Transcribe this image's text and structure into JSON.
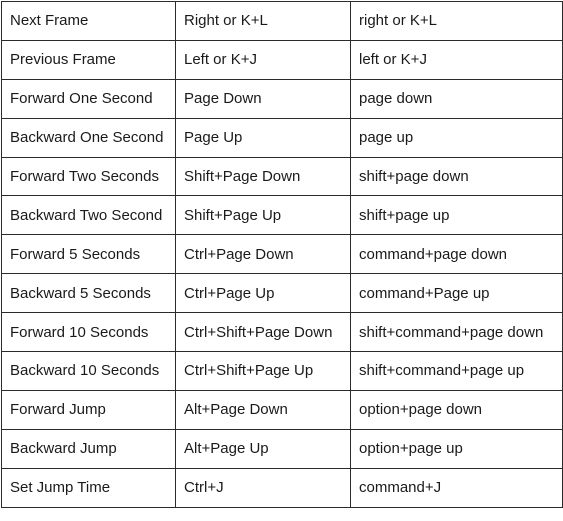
{
  "rows": [
    {
      "action": "Next Frame",
      "windows": "Right or K+L",
      "mac": "right or K+L"
    },
    {
      "action": "Previous Frame",
      "windows": "Left or K+J",
      "mac": "left or K+J"
    },
    {
      "action": "Forward One Second",
      "windows": "Page Down",
      "mac": "page down"
    },
    {
      "action": "Backward One Second",
      "windows": "Page Up",
      "mac": "page up"
    },
    {
      "action": "Forward Two Seconds",
      "windows": "Shift+Page Down",
      "mac": "shift+page down"
    },
    {
      "action": "Backward Two Second",
      "windows": "Shift+Page Up",
      "mac": "shift+page up"
    },
    {
      "action": "Forward 5 Seconds",
      "windows": "Ctrl+Page Down",
      "mac": "command+page down"
    },
    {
      "action": "Backward 5 Seconds",
      "windows": "Ctrl+Page Up",
      "mac": "command+Page up"
    },
    {
      "action": "Forward 10 Seconds",
      "windows": "Ctrl+Shift+Page Down",
      "mac": "shift+command+page down"
    },
    {
      "action": "Backward 10 Seconds",
      "windows": "Ctrl+Shift+Page Up",
      "mac": "shift+command+page up"
    },
    {
      "action": "Forward Jump",
      "windows": "Alt+Page Down",
      "mac": "option+page down"
    },
    {
      "action": "Backward Jump",
      "windows": "Alt+Page Up",
      "mac": "option+page up"
    },
    {
      "action": "Set Jump Time",
      "windows": "Ctrl+J",
      "mac": "command+J"
    }
  ]
}
